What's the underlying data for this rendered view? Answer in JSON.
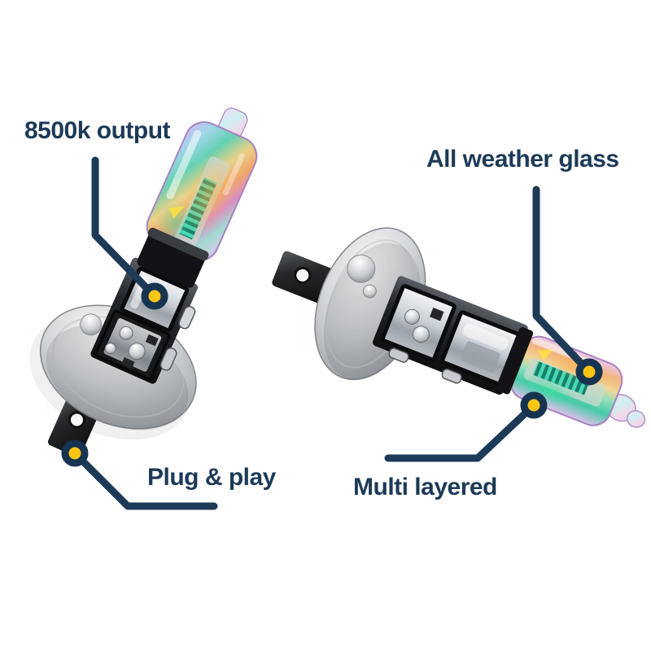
{
  "page": {
    "background": "#ffffff"
  },
  "colors": {
    "background": "#ffffff",
    "navy": "#1d3a57",
    "ring": "#16334f",
    "yellow": "#f8c515"
  },
  "callouts": {
    "output": {
      "label": "8500k output"
    },
    "weather": {
      "label": "All weather glass"
    },
    "plug": {
      "label": "Plug & play"
    },
    "multi": {
      "label": "Multi layered"
    }
  },
  "graphics": {
    "left_bulb": "h1-halogen-bulb-upright-iridescent",
    "right_bulb": "h1-halogen-bulb-angled-iridescent"
  }
}
